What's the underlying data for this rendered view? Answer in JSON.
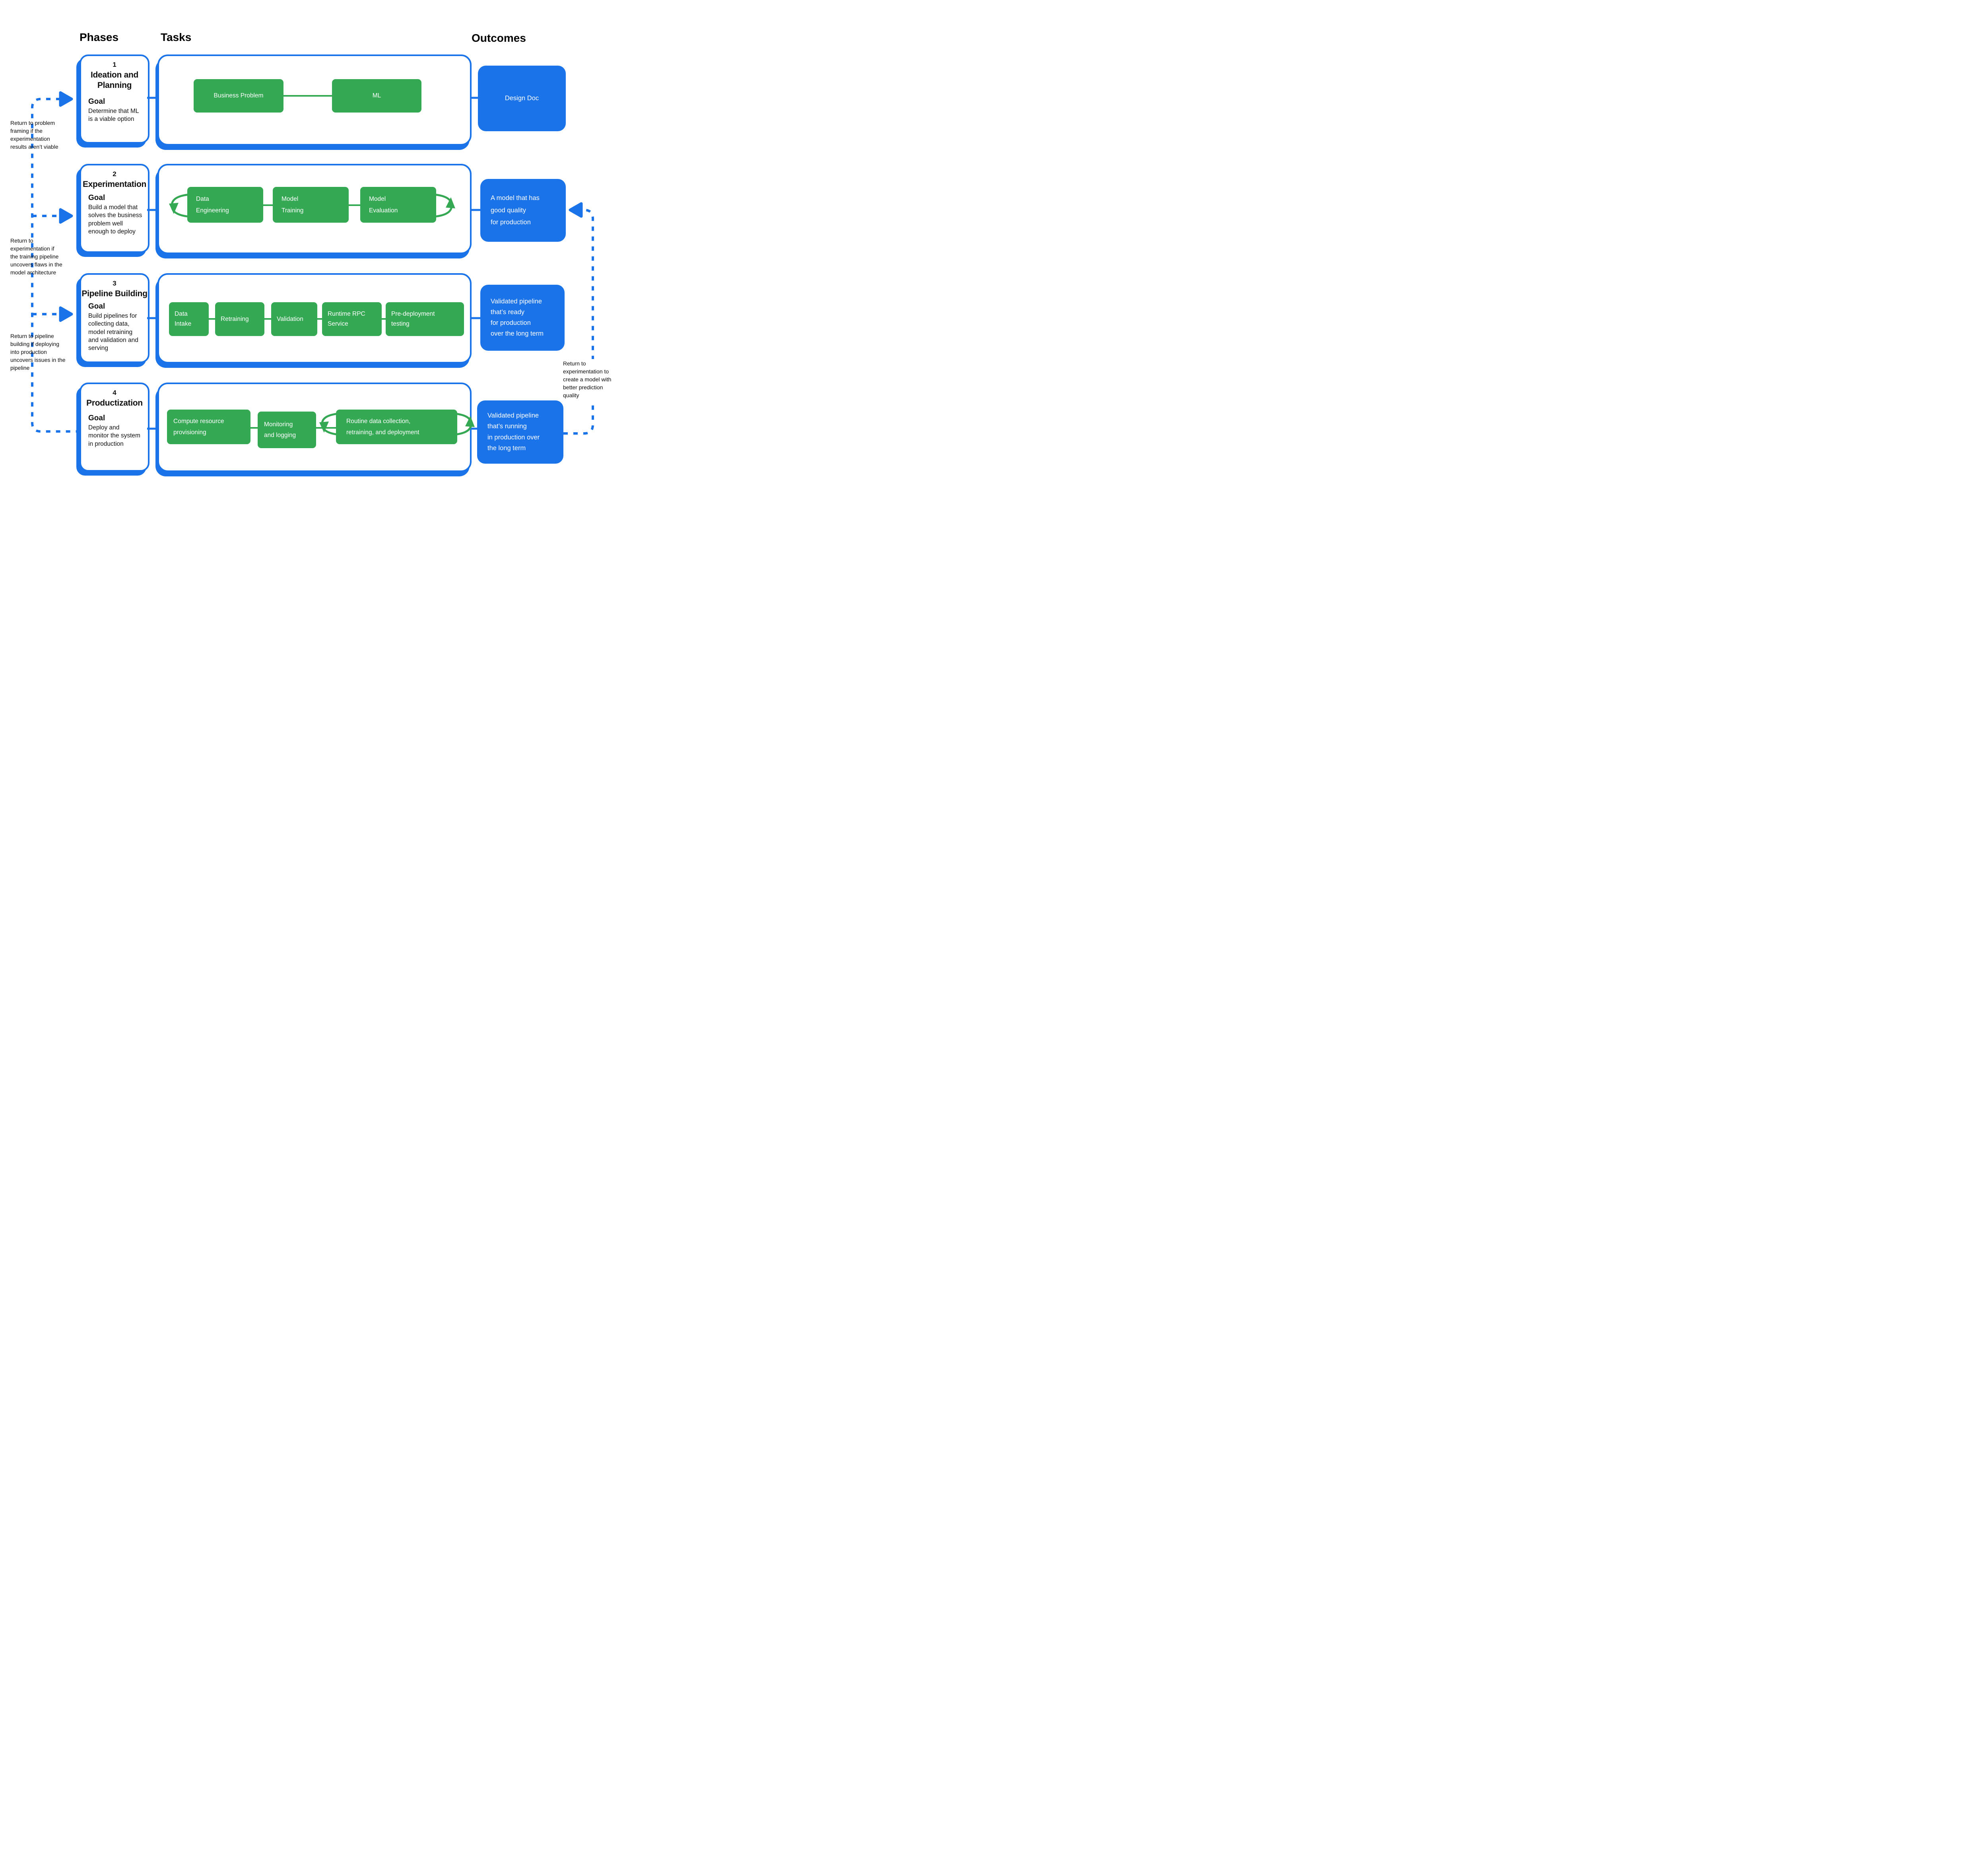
{
  "headers": {
    "phases": "Phases",
    "tasks": "Tasks",
    "outcomes": "Outcomes"
  },
  "colors": {
    "blue": "#1A73E8",
    "green": "#34A853"
  },
  "phases": [
    {
      "number": "1",
      "title": "Ideation and\nPlanning",
      "goal_label": "Goal",
      "goal": "Determine that ML\nis a viable option"
    },
    {
      "number": "2",
      "title": "Experimentation",
      "goal_label": "Goal",
      "goal": "Build a model that\nsolves the business\nproblem well\nenough to deploy"
    },
    {
      "number": "3",
      "title": "Pipeline Building",
      "goal_label": "Goal",
      "goal": "Build pipelines for\ncollecting data,\nmodel retraining\nand validation and\nserving"
    },
    {
      "number": "4",
      "title": "Productization",
      "goal_label": "Goal",
      "goal": "Deploy and\nmonitor the system\nin production"
    }
  ],
  "tasks": {
    "row1": [
      "Business Problem",
      "ML"
    ],
    "row2": [
      "Data\nEngineering",
      "Model\nTraining",
      "Model\nEvaluation"
    ],
    "row3": [
      "Data\nIntake",
      "Retraining",
      "Validation",
      "Runtime RPC\nService",
      "Pre-deployment\ntesting"
    ],
    "row4": [
      "Compute  resource\nprovisioning",
      "Monitoring\nand logging",
      "Routine data collection,\nretraining, and deployment"
    ]
  },
  "outcomes": [
    "Design Doc",
    "A model that has\ngood quality\nfor production",
    "Validated pipeline\nthat’s ready\nfor production\nover the long term",
    "Validated pipeline\nthat’s running\nin production over\nthe long term"
  ],
  "annotations": {
    "left1": "Return to problem\nframing if the\nexperimentation\nresults aren’t viable",
    "left2": "Return to\nexperimentation if\nthe training pipeline\nuncovers flaws in the\nmodel architecture",
    "left3": "Return to pipeline\nbuilding if deploying\ninto production\nuncovers issues in the\npipeline",
    "right": "Return to\nexperimentation to\ncreate a model with\nbetter prediction\nquality"
  }
}
